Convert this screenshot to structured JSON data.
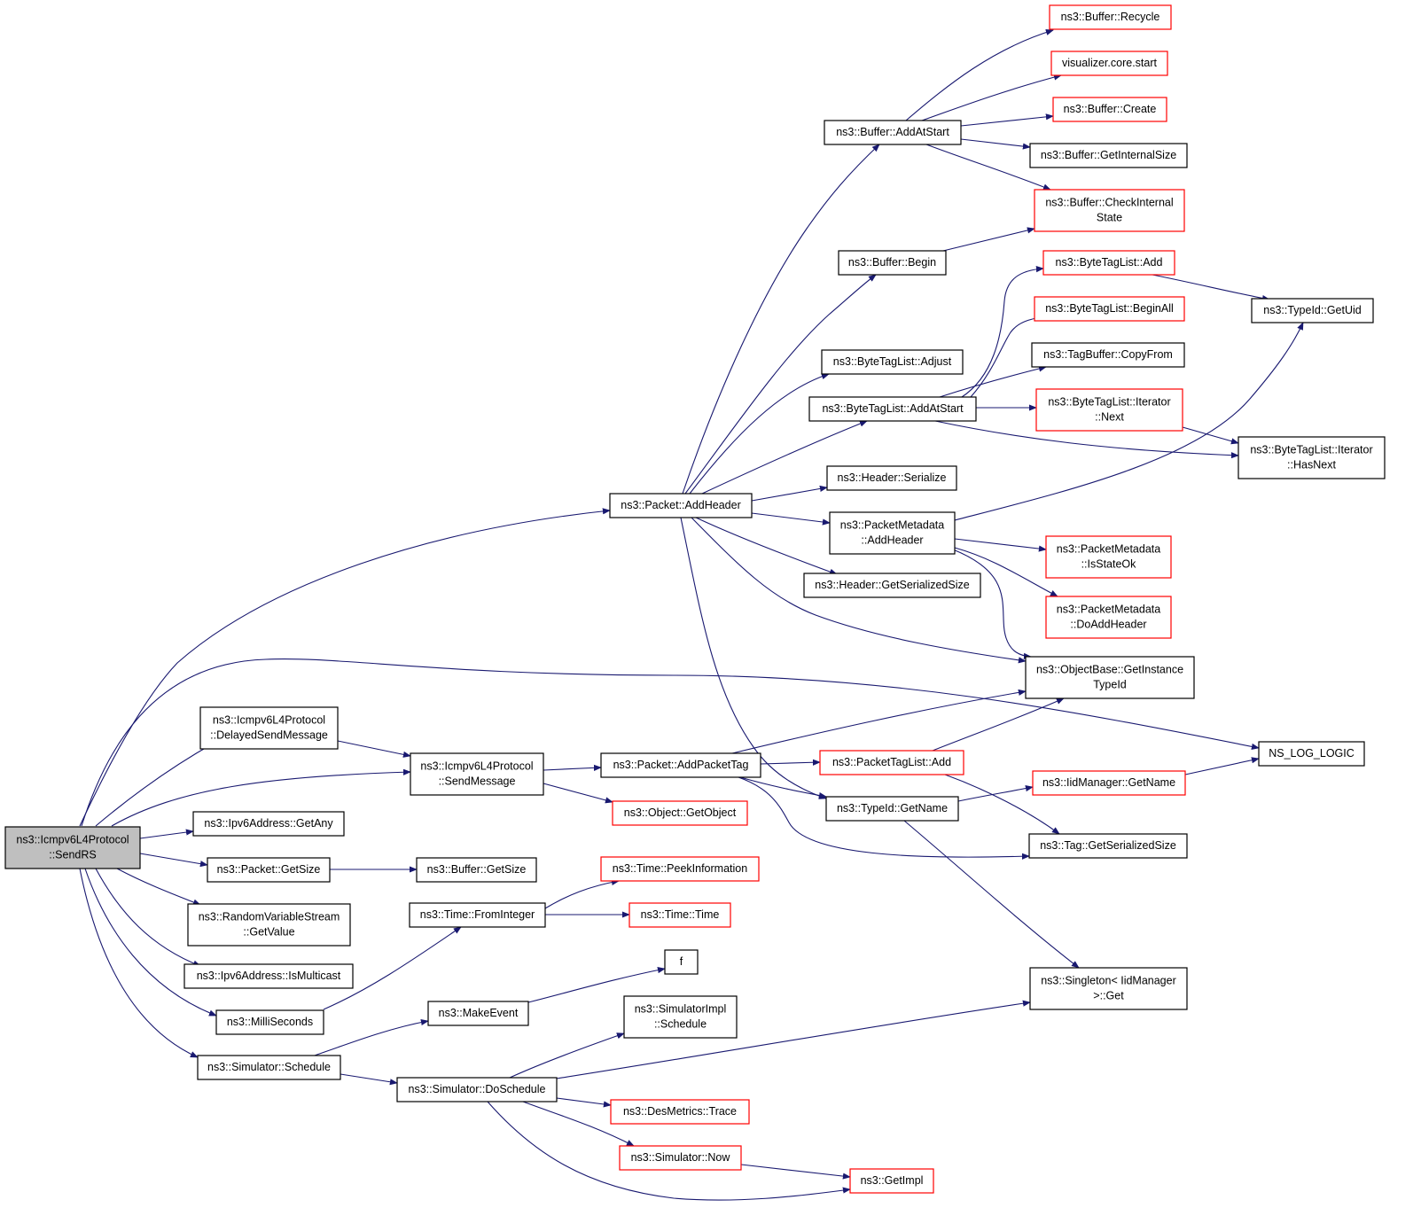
{
  "diagram": {
    "edge_color": "#191970",
    "node_colors": {
      "normal": "#000000",
      "truncated": "#ff0000",
      "root_fill": "#bfbfbf"
    },
    "nodes": [
      {
        "id": "sendrs",
        "lines": [
          "ns3::Icmpv6L4Protocol",
          "::SendRS"
        ],
        "style": "root"
      },
      {
        "id": "addheader",
        "lines": [
          "ns3::Packet::AddHeader"
        ],
        "style": "normal"
      },
      {
        "id": "delayedsend",
        "lines": [
          "ns3::Icmpv6L4Protocol",
          "::DelayedSendMessage"
        ],
        "style": "normal"
      },
      {
        "id": "sendmessage",
        "lines": [
          "ns3::Icmpv6L4Protocol",
          "::SendMessage"
        ],
        "style": "normal"
      },
      {
        "id": "getany",
        "lines": [
          "ns3::Ipv6Address::GetAny"
        ],
        "style": "normal"
      },
      {
        "id": "pktgetsize",
        "lines": [
          "ns3::Packet::GetSize"
        ],
        "style": "normal"
      },
      {
        "id": "getvalue",
        "lines": [
          "ns3::RandomVariableStream",
          "::GetValue"
        ],
        "style": "normal"
      },
      {
        "id": "ismulticast",
        "lines": [
          "ns3::Ipv6Address::IsMulticast"
        ],
        "style": "normal"
      },
      {
        "id": "milliseconds",
        "lines": [
          "ns3::MilliSeconds"
        ],
        "style": "normal"
      },
      {
        "id": "schedule",
        "lines": [
          "ns3::Simulator::Schedule"
        ],
        "style": "normal"
      },
      {
        "id": "nslog",
        "lines": [
          "NS_LOG_LOGIC"
        ],
        "style": "normal"
      },
      {
        "id": "bufaddatstart",
        "lines": [
          "ns3::Buffer::AddAtStart"
        ],
        "style": "normal"
      },
      {
        "id": "bufbegin",
        "lines": [
          "ns3::Buffer::Begin"
        ],
        "style": "normal"
      },
      {
        "id": "btladjust",
        "lines": [
          "ns3::ByteTagList::Adjust"
        ],
        "style": "normal"
      },
      {
        "id": "btladdatstart",
        "lines": [
          "ns3::ByteTagList::AddAtStart"
        ],
        "style": "normal"
      },
      {
        "id": "hdrserialize",
        "lines": [
          "ns3::Header::Serialize"
        ],
        "style": "normal"
      },
      {
        "id": "pmaddheader",
        "lines": [
          "ns3::PacketMetadata",
          "::AddHeader"
        ],
        "style": "normal"
      },
      {
        "id": "hdrgetsersize",
        "lines": [
          "ns3::Header::GetSerializedSize"
        ],
        "style": "normal"
      },
      {
        "id": "objbase",
        "lines": [
          "ns3::ObjectBase::GetInstance",
          "TypeId"
        ],
        "style": "normal"
      },
      {
        "id": "typeidgetname",
        "lines": [
          "ns3::TypeId::GetName"
        ],
        "style": "normal"
      },
      {
        "id": "bufrecycle",
        "lines": [
          "ns3::Buffer::Recycle"
        ],
        "style": "truncated"
      },
      {
        "id": "vizstart",
        "lines": [
          "visualizer.core.start"
        ],
        "style": "truncated"
      },
      {
        "id": "bufcreate",
        "lines": [
          "ns3::Buffer::Create"
        ],
        "style": "truncated"
      },
      {
        "id": "bufgetinternalsize",
        "lines": [
          "ns3::Buffer::GetInternalSize"
        ],
        "style": "normal"
      },
      {
        "id": "bufcheckinternal",
        "lines": [
          "ns3::Buffer::CheckInternal",
          "State"
        ],
        "style": "truncated"
      },
      {
        "id": "btladd",
        "lines": [
          "ns3::ByteTagList::Add"
        ],
        "style": "truncated"
      },
      {
        "id": "btlbeginall",
        "lines": [
          "ns3::ByteTagList::BeginAll"
        ],
        "style": "truncated"
      },
      {
        "id": "tagbufcopy",
        "lines": [
          "ns3::TagBuffer::CopyFrom"
        ],
        "style": "normal"
      },
      {
        "id": "btlitnext",
        "lines": [
          "ns3::ByteTagList::Iterator",
          "::Next"
        ],
        "style": "truncated"
      },
      {
        "id": "typeidgetuid",
        "lines": [
          "ns3::TypeId::GetUid"
        ],
        "style": "normal"
      },
      {
        "id": "btlithasnext",
        "lines": [
          "ns3::ByteTagList::Iterator",
          "::HasNext"
        ],
        "style": "normal"
      },
      {
        "id": "pmisstateok",
        "lines": [
          "ns3::PacketMetadata",
          "::IsStateOk"
        ],
        "style": "truncated"
      },
      {
        "id": "pmdoaddheader",
        "lines": [
          "ns3::PacketMetadata",
          "::DoAddHeader"
        ],
        "style": "truncated"
      },
      {
        "id": "addpackettag",
        "lines": [
          "ns3::Packet::AddPacketTag"
        ],
        "style": "normal"
      },
      {
        "id": "getobject",
        "lines": [
          "ns3::Object::GetObject"
        ],
        "style": "truncated"
      },
      {
        "id": "ptladd",
        "lines": [
          "ns3::PacketTagList::Add"
        ],
        "style": "truncated"
      },
      {
        "id": "iidgetname",
        "lines": [
          "ns3::IidManager::GetName"
        ],
        "style": "truncated"
      },
      {
        "id": "taggetsersize",
        "lines": [
          "ns3::Tag::GetSerializedSize"
        ],
        "style": "normal"
      },
      {
        "id": "bufgetsize",
        "lines": [
          "ns3::Buffer::GetSize"
        ],
        "style": "normal"
      },
      {
        "id": "fromint",
        "lines": [
          "ns3::Time::FromInteger"
        ],
        "style": "normal"
      },
      {
        "id": "peekinfo",
        "lines": [
          "ns3::Time::PeekInformation"
        ],
        "style": "truncated"
      },
      {
        "id": "timetime",
        "lines": [
          "ns3::Time::Time"
        ],
        "style": "truncated"
      },
      {
        "id": "f",
        "lines": [
          "f"
        ],
        "style": "normal"
      },
      {
        "id": "makeevent",
        "lines": [
          "ns3::MakeEvent"
        ],
        "style": "normal"
      },
      {
        "id": "singleton",
        "lines": [
          "ns3::Singleton< IidManager",
          ">::Get"
        ],
        "style": "normal"
      },
      {
        "id": "simimplsched",
        "lines": [
          "ns3::SimulatorImpl",
          "::Schedule"
        ],
        "style": "normal"
      },
      {
        "id": "doschedule",
        "lines": [
          "ns3::Simulator::DoSchedule"
        ],
        "style": "normal"
      },
      {
        "id": "desmetrics",
        "lines": [
          "ns3::DesMetrics::Trace"
        ],
        "style": "truncated"
      },
      {
        "id": "simnow",
        "lines": [
          "ns3::Simulator::Now"
        ],
        "style": "truncated"
      },
      {
        "id": "getimpl",
        "lines": [
          "ns3::GetImpl"
        ],
        "style": "truncated"
      }
    ]
  }
}
